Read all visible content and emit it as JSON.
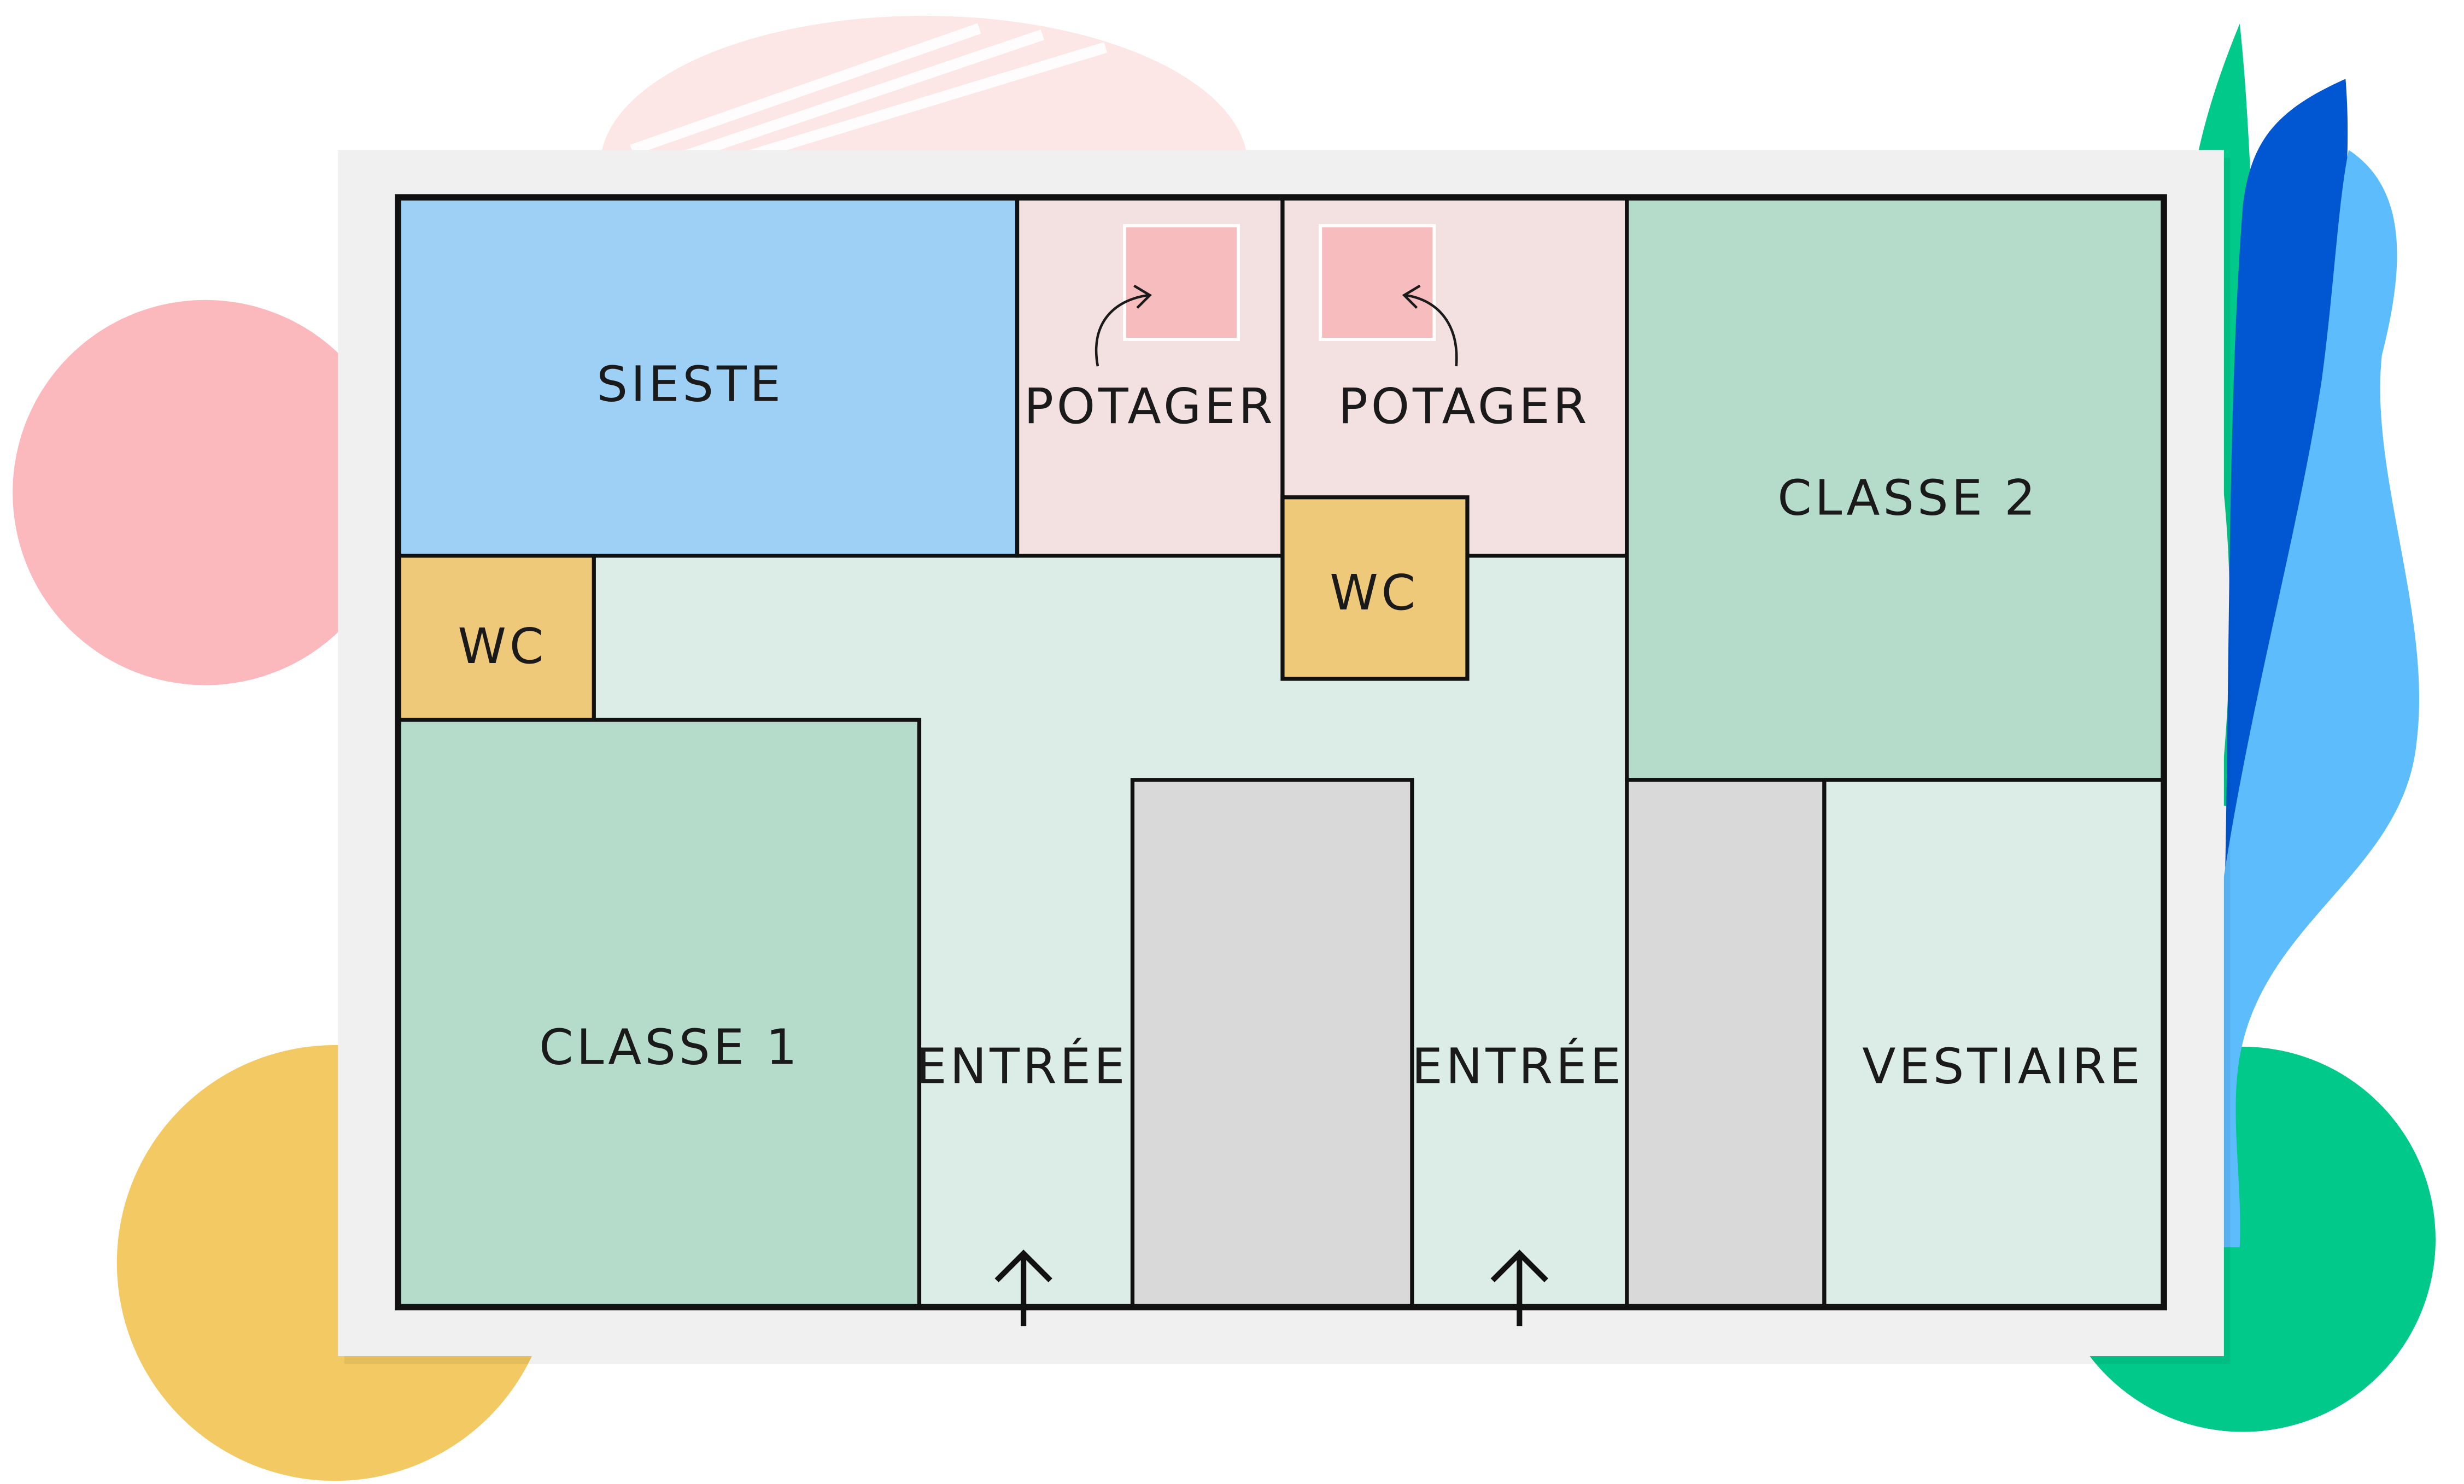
{
  "colors": {
    "sieste": "#9ecff5",
    "potager": "#f3e0e1",
    "potager_bed": "#f7bcbd",
    "wc": "#efc97a",
    "classe": "#b5dccb",
    "circulation": "#dcede7",
    "storage": "#d9d9d9",
    "wall": "#111111",
    "frame": "#f0f0f0",
    "blob_pink": "#fbb9bd",
    "blob_yellow": "#f2c962",
    "blob_green": "#00c98a",
    "blob_blue_dark": "#0057d1",
    "blob_blue_light": "#5cbcfc"
  },
  "rooms": {
    "sieste": "SIESTE",
    "potager_1": "POTAGER",
    "potager_2": "POTAGER",
    "classe_2": "CLASSE 2",
    "wc_1": "WC",
    "wc_2": "WC",
    "classe_1": "CLASSE 1",
    "entree_1": "ENTRÉE",
    "entree_2": "ENTRÉE",
    "vestiaire": "VESTIAIRE"
  },
  "icons": {
    "entry_arrow": "arrow-up-icon",
    "curved_arrow": "curved-arrow-icon"
  }
}
